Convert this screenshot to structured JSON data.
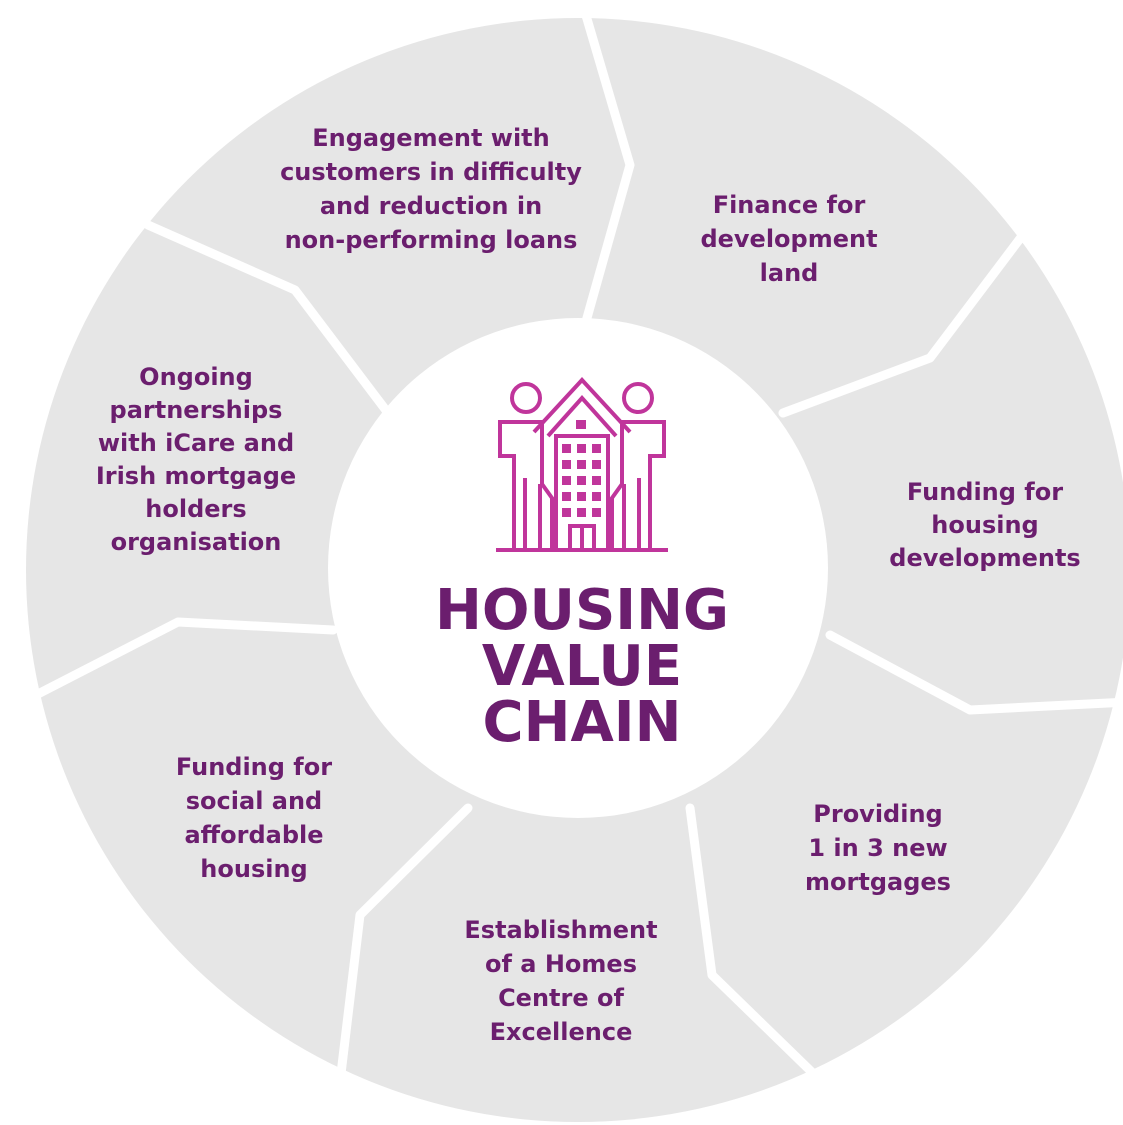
{
  "colors": {
    "segment_fill": "#e6e6e6",
    "divider": "#ffffff",
    "text_purple": "#6b1e6e",
    "icon_magenta": "#c0359b"
  },
  "center": {
    "icon": "housing-people-building-icon",
    "title_lines": [
      "HOUSING",
      "VALUE",
      "CHAIN"
    ]
  },
  "segments": [
    {
      "id": "engagement",
      "lines": [
        "Engagement with",
        "customers in difficulty",
        "and reduction in",
        "non-performing loans"
      ]
    },
    {
      "id": "finance-land",
      "lines": [
        "Finance for",
        "development",
        "land"
      ]
    },
    {
      "id": "funding-developments",
      "lines": [
        "Funding for",
        "housing",
        "developments"
      ]
    },
    {
      "id": "new-mortgages",
      "lines": [
        "Providing",
        "1 in 3 new",
        "mortgages"
      ]
    },
    {
      "id": "homes-centre",
      "lines": [
        "Establishment",
        "of a Homes",
        "Centre of",
        "Excellence"
      ]
    },
    {
      "id": "social-affordable",
      "lines": [
        "Funding for",
        "social and",
        "affordable",
        "housing"
      ]
    },
    {
      "id": "partnerships",
      "lines": [
        "Ongoing",
        "partnerships",
        "with iCare and",
        "Irish mortgage",
        "holders",
        "organisation"
      ]
    }
  ]
}
